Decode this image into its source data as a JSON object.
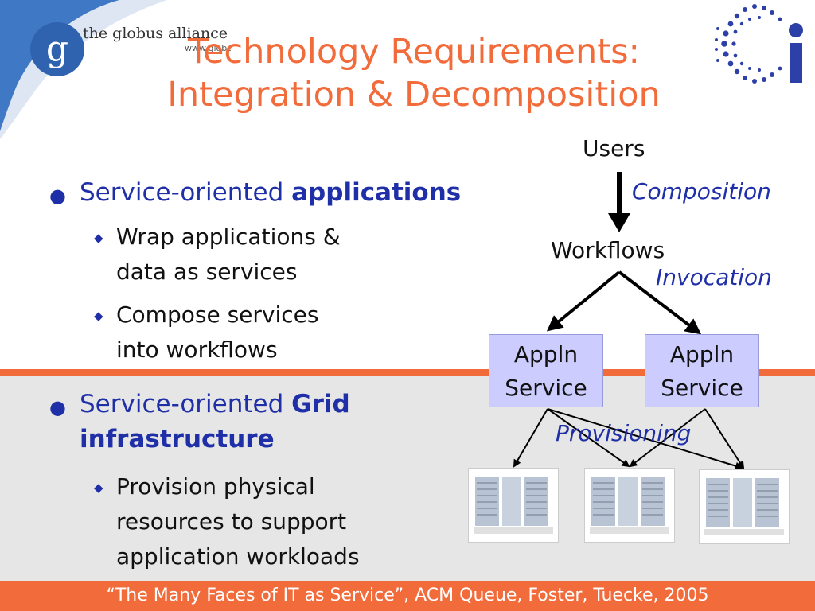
{
  "logo": {
    "org_name": "the globus alliance",
    "org_url": "www.globus.org",
    "letter": "g"
  },
  "ci_logo": {
    "text": "Ci"
  },
  "title": {
    "line1": "Technology Requirements:",
    "line2": "Integration & Decomposition"
  },
  "bullets": [
    {
      "text": "Service-oriented ",
      "bold": "applications",
      "subs": [
        {
          "line1": "Wrap applications &",
          "line2": "data as services"
        },
        {
          "line1": "Compose services",
          "line2": "into workflows"
        }
      ]
    },
    {
      "text": "Service-oriented ",
      "bold": "Grid",
      "bold2": "infrastructure",
      "subs": [
        {
          "line1": "Provision physical",
          "line2": "resources to support",
          "line3": "application workloads"
        }
      ]
    }
  ],
  "diagram": {
    "users": "Users",
    "composition": "Composition",
    "workflows": "Workflows",
    "invocation": "Invocation",
    "service1": {
      "line1": "Appln",
      "line2": "Service"
    },
    "service2": {
      "line1": "Appln",
      "line2": "Service"
    },
    "provisioning": "Provisioning"
  },
  "footer": {
    "text": "“The Many Faces of IT as Service”, ACM Queue, Foster, Tuecke, 2005"
  },
  "colors": {
    "accent_orange": "#f26b3a",
    "text_blue": "#1f2fa8",
    "service_box": "#ccccff"
  }
}
